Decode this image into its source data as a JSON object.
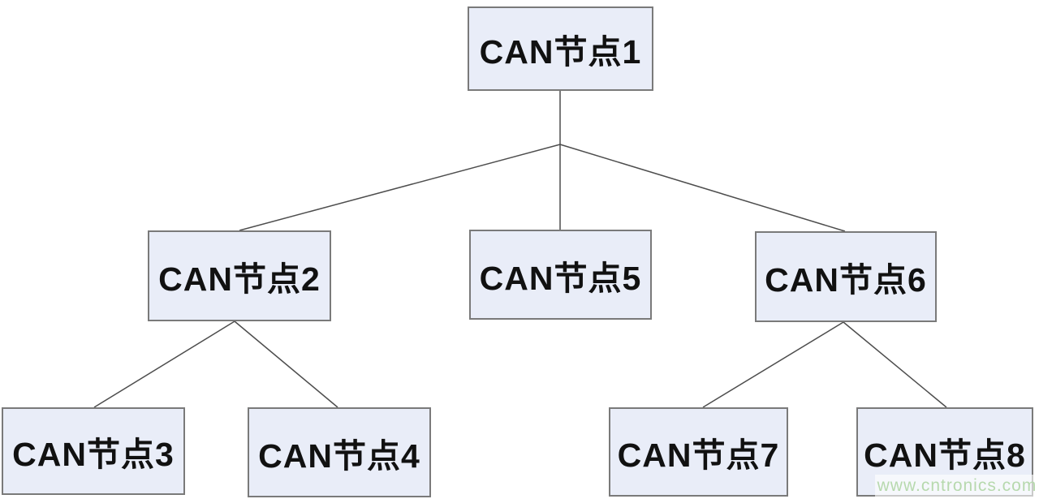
{
  "diagram": {
    "type": "tree",
    "nodes": [
      {
        "id": "node1",
        "label": "CAN节点1"
      },
      {
        "id": "node2",
        "label": "CAN节点2"
      },
      {
        "id": "node3",
        "label": "CAN节点3"
      },
      {
        "id": "node4",
        "label": "CAN节点4"
      },
      {
        "id": "node5",
        "label": "CAN节点5"
      },
      {
        "id": "node6",
        "label": "CAN节点6"
      },
      {
        "id": "node7",
        "label": "CAN节点7"
      },
      {
        "id": "node8",
        "label": "CAN节点8"
      }
    ],
    "edges": [
      {
        "from": "CAN节点1",
        "to": "CAN节点2"
      },
      {
        "from": "CAN节点1",
        "to": "CAN节点5"
      },
      {
        "from": "CAN节点1",
        "to": "CAN节点6"
      },
      {
        "from": "CAN节点2",
        "to": "CAN节点3"
      },
      {
        "from": "CAN节点2",
        "to": "CAN节点4"
      },
      {
        "from": "CAN节点6",
        "to": "CAN节点7"
      },
      {
        "from": "CAN节点6",
        "to": "CAN节点8"
      }
    ]
  },
  "watermark": {
    "text": "www.cntronics.com"
  },
  "colors": {
    "background": "#ffffff",
    "node_fill": "#e9edf8",
    "node_border": "#7a7a7a",
    "connector": "#4d4d4d",
    "text": "#111111",
    "watermark": "#b7d9ae"
  }
}
